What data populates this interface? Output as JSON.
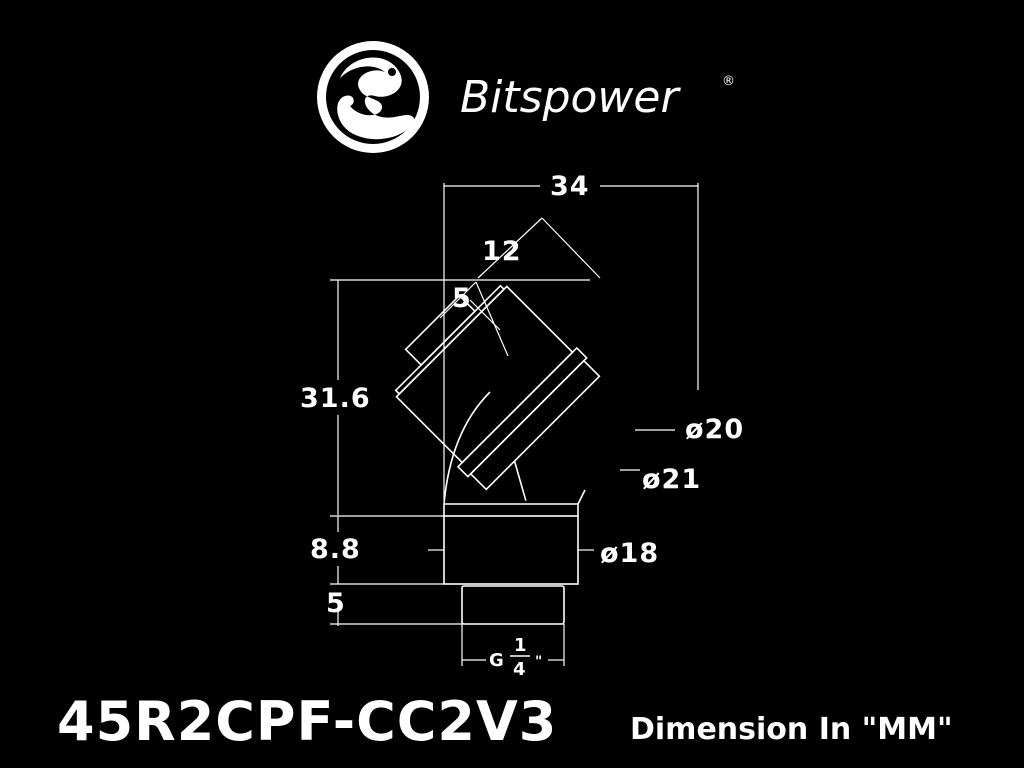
{
  "brand": {
    "name": "Bitspower",
    "registered_mark": "®",
    "logo_icon": "dragon-emblem-icon"
  },
  "dimensions": {
    "overall_width": "34",
    "segment_length": "12",
    "thread_offset": "5",
    "height": "31.6",
    "base_height": "8.8",
    "thread_height": "5",
    "outer_diameter": "ø20",
    "ring_diameter": "ø21",
    "base_diameter": "ø18",
    "thread_label": "G",
    "thread_numerator": "1",
    "thread_denominator": "4",
    "thread_inch_mark": "\""
  },
  "footer": {
    "model": "45R2CPF-CC2V3",
    "units_note": "Dimension In \"MM\""
  },
  "colors": {
    "background": "#000000",
    "line": "#ffffff"
  }
}
